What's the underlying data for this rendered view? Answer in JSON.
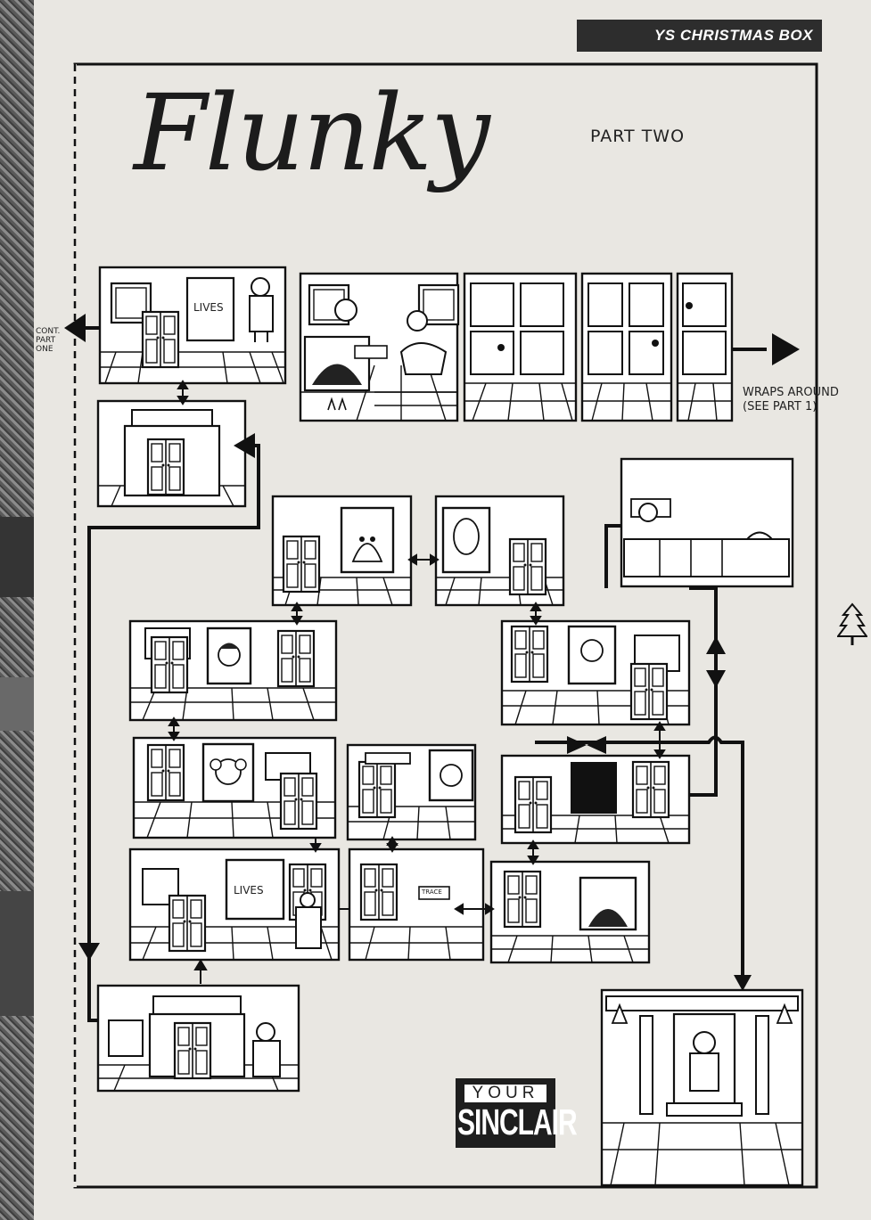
{
  "header": {
    "title": "YS CHRISTMAS BOX"
  },
  "title": "Flunky",
  "subtitle": "PART TWO",
  "notes": {
    "cont": "CONT. PART ONE",
    "wraps": "WRAPS AROUND (SEE PART 1)"
  },
  "logo": {
    "top": "YOUR",
    "bottom": "SINCLAIR"
  },
  "room_labels": {
    "lives": "LIVES",
    "trace": "TRACE"
  },
  "icons": [
    "christmas-tree-icon",
    "arrow-left-icon",
    "arrow-right-icon",
    "arrow-up-icon",
    "arrow-down-icon",
    "double-arrow-icon"
  ],
  "colors": {
    "ink": "#1c1c1c",
    "paper": "#e9e7e2",
    "header": "#2d2d2d"
  }
}
